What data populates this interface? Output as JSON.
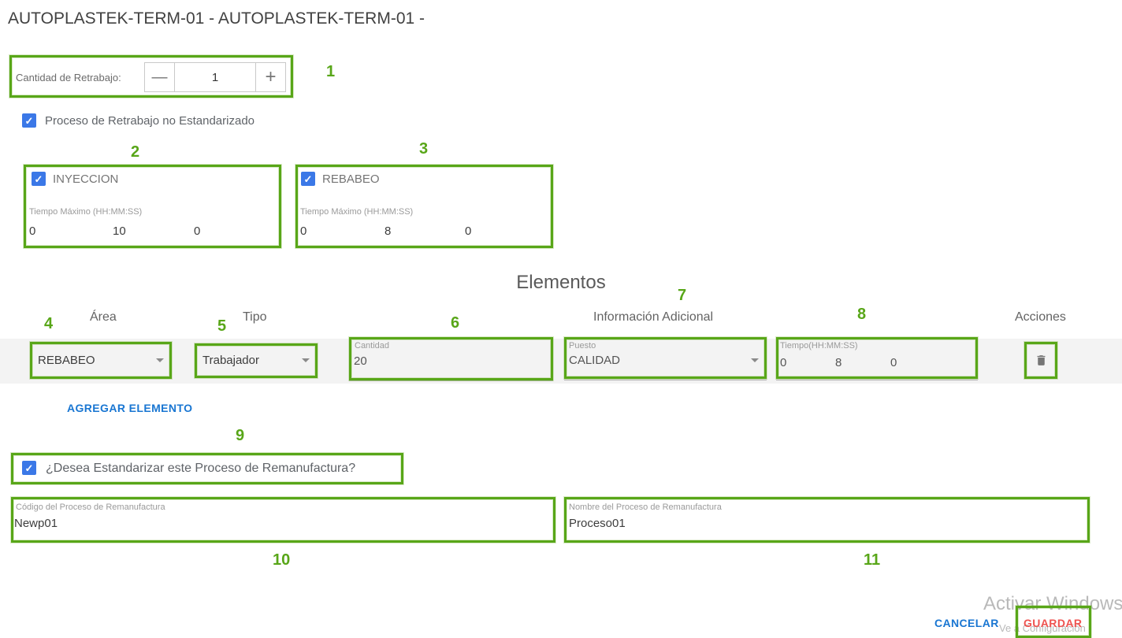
{
  "colors": {
    "checkbox_blue": "#3b78e7",
    "link_blue": "#1976d2",
    "save_red": "#ef5350",
    "annotation_green": "#58a618",
    "watermark_gray": "#b9b9b9"
  },
  "title": "AUTOPLASTEK-TERM-01 - AUTOPLASTEK-TERM-01 -",
  "retrabajo": {
    "label": "Cantidad de Retrabajo:",
    "minus_icon": "—",
    "plus_icon": "+",
    "value": "1"
  },
  "no_estandarizado": {
    "label": "Proceso de Retrabajo no Estandarizado"
  },
  "process_cards": [
    {
      "name": "INYECCION",
      "tiempo_label": "Tiempo Máximo (HH:MM:SS)",
      "hours": "0",
      "minutes": "10",
      "seconds": "0"
    },
    {
      "name": "REBABEO",
      "tiempo_label": "Tiempo Máximo (HH:MM:SS)",
      "hours": "0",
      "minutes": "8",
      "seconds": "0"
    }
  ],
  "elementos": {
    "title": "Elementos",
    "headers": {
      "area": "Área",
      "tipo": "Tipo",
      "info": "Información Adicional",
      "acciones": "Acciones"
    },
    "row": {
      "area": "REBABEO",
      "tipo": "Trabajador",
      "cantidad_label": "Cantidad",
      "cantidad": "20",
      "puesto_label": "Puesto",
      "puesto": "CALIDAD",
      "tiempo_label": "Tiempo(HH:MM:SS)",
      "tiempo_h": "0",
      "tiempo_m": "8",
      "tiempo_s": "0"
    },
    "add_button": "AGREGAR ELEMENTO"
  },
  "estandarizar": {
    "label": "¿Desea Estandarizar este Proceso de Remanufactura?"
  },
  "codigo_field": {
    "label": "Código del Proceso de Remanufactura",
    "value": "Newp01"
  },
  "nombre_field": {
    "label": "Nombre del Proceso de Remanufactura",
    "value": "Proceso01"
  },
  "footer": {
    "cancel": "CANCELAR",
    "save": "GUARDAR"
  },
  "watermark": {
    "line1": "Activar Windows",
    "line2": "Ve a Configuración"
  },
  "annotations": [
    "1",
    "2",
    "3",
    "4",
    "5",
    "6",
    "7",
    "8",
    "9",
    "10",
    "11"
  ]
}
